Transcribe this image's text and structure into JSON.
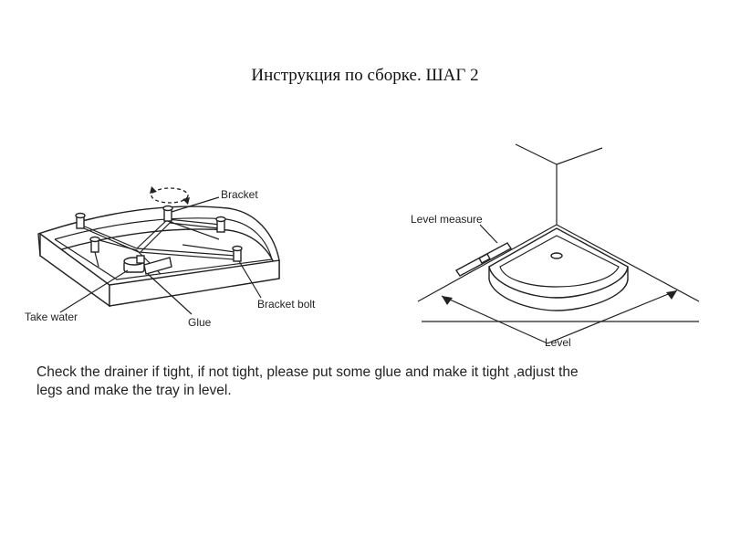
{
  "title": "Инструкция по сборке. ШАГ 2",
  "left_figure": {
    "labels": {
      "bracket": "Bracket",
      "bracket_bolt": "Bracket bolt",
      "glue": "Glue",
      "take_water": "Take water"
    }
  },
  "right_figure": {
    "labels": {
      "level_measure": "Level measure",
      "level": "Level"
    }
  },
  "caption": "Check the drainer if tight, if not tight, please put some glue and make it tight ,adjust the legs and make the tray in level."
}
